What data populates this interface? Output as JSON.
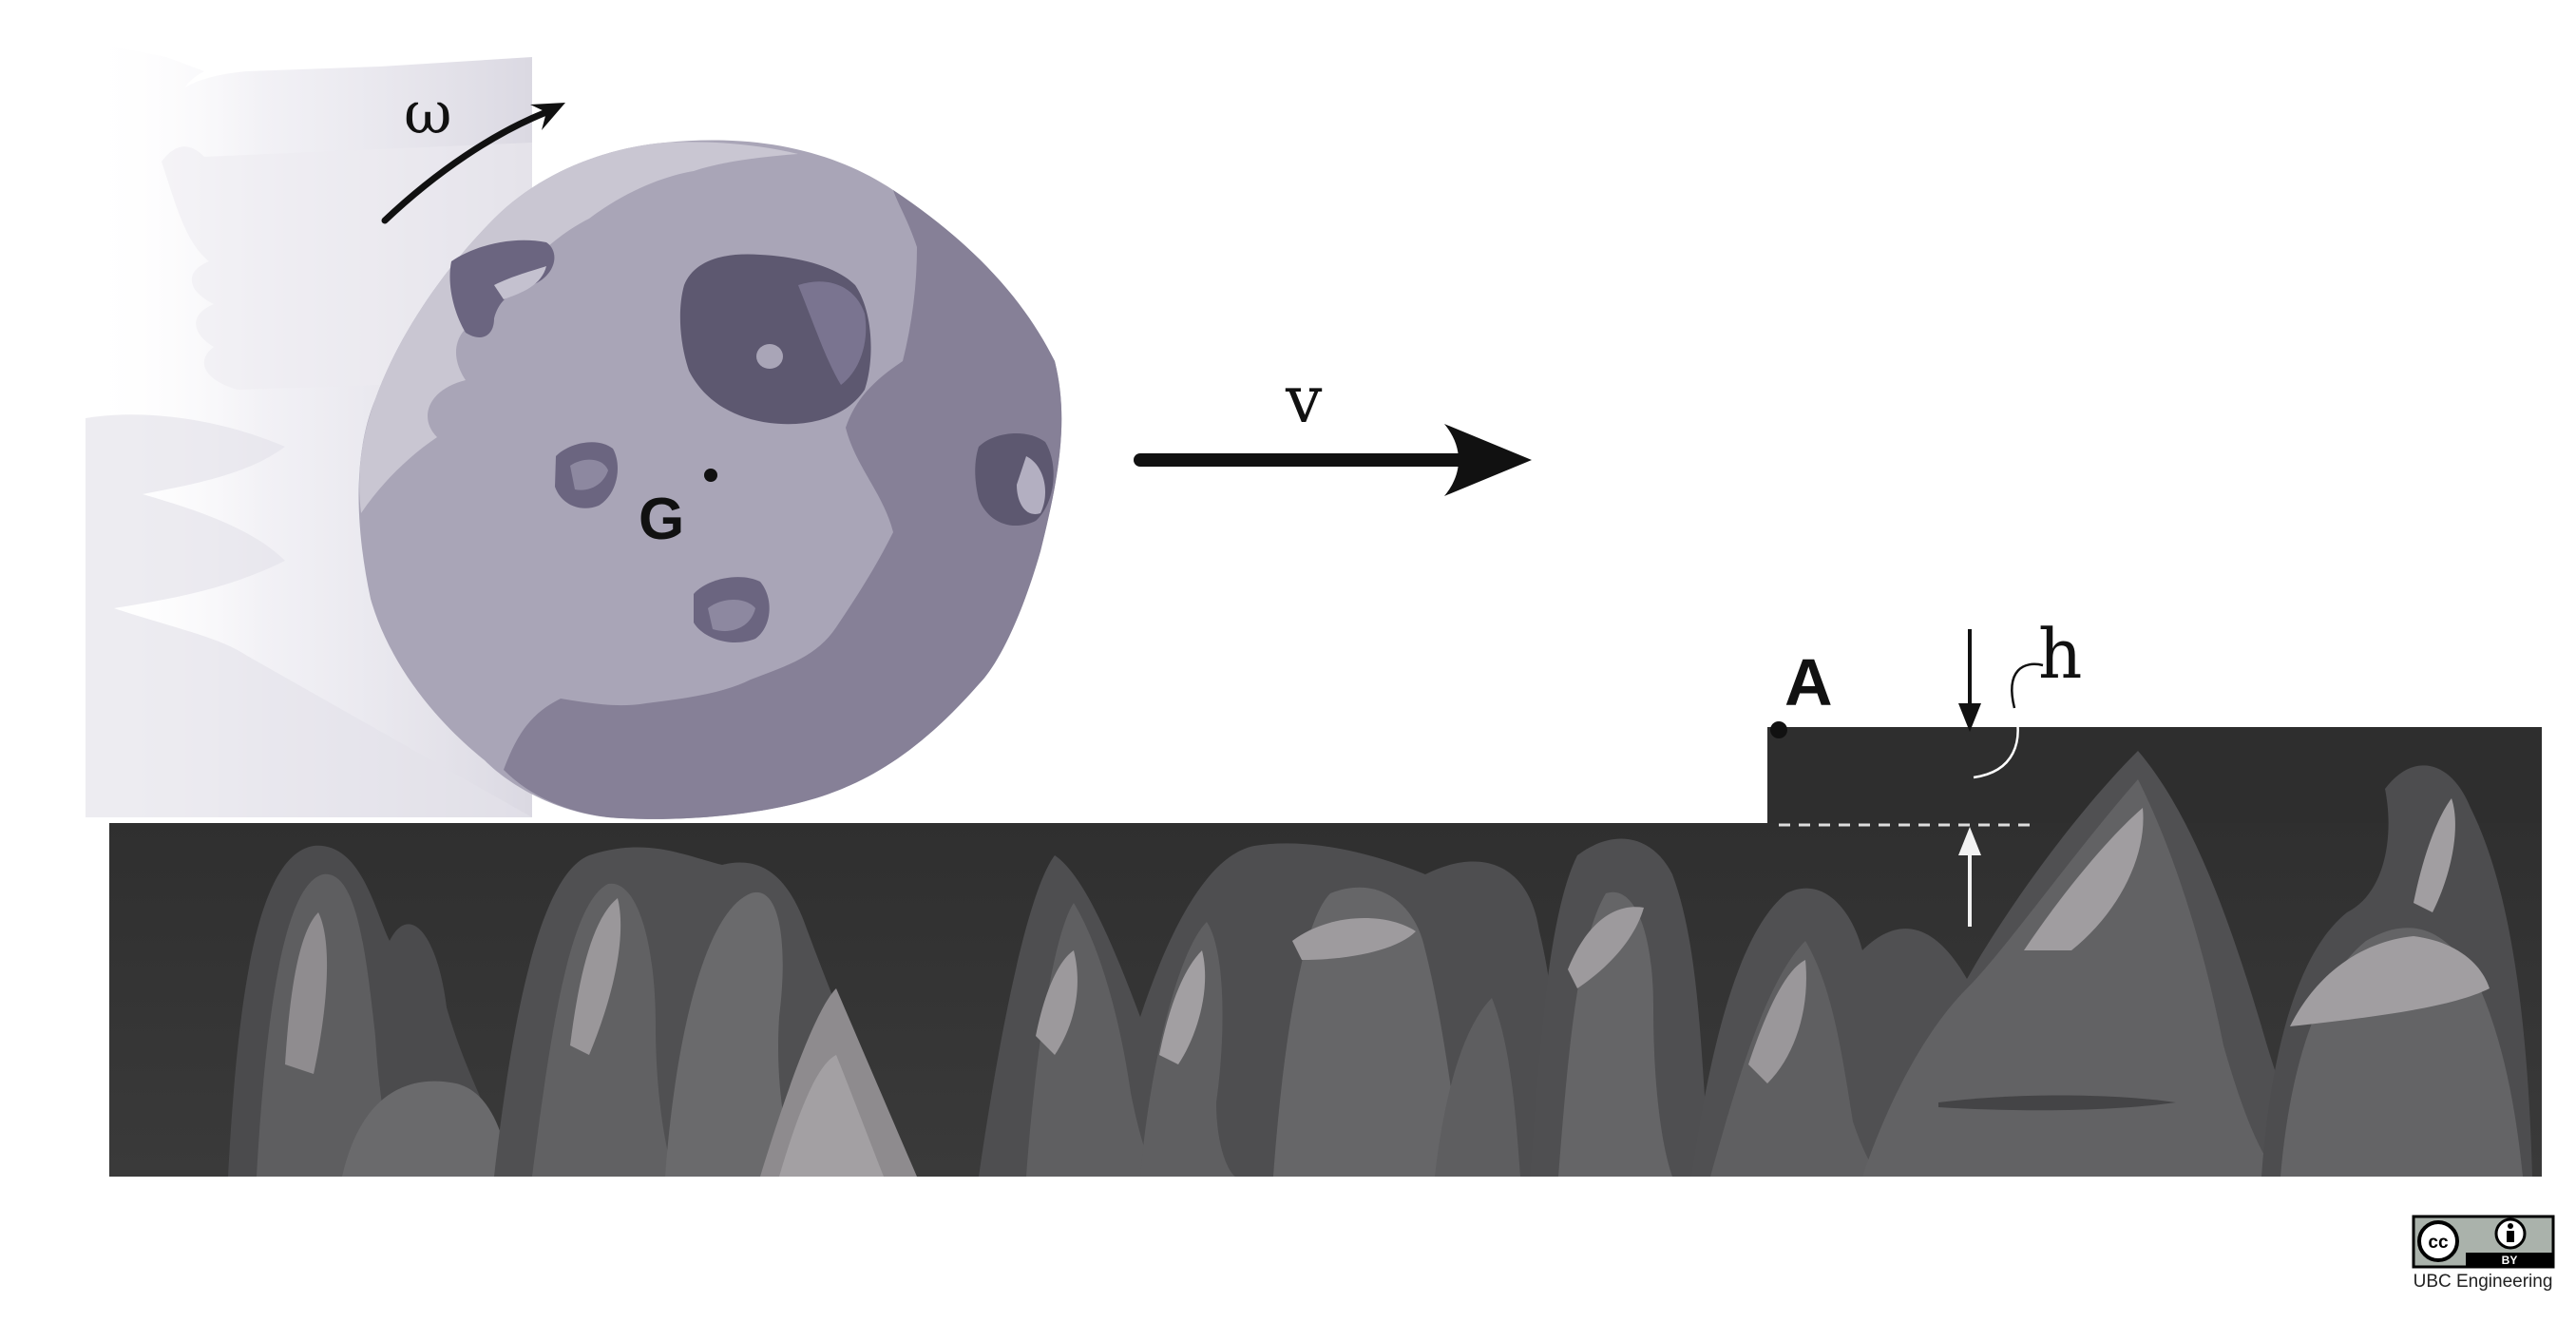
{
  "labels": {
    "omega": "ω",
    "velocity": "v",
    "center_of_mass": "G",
    "corner_point": "A",
    "step_height": "h"
  },
  "license": {
    "cc": "cc",
    "by": "BY",
    "credit": "UBC Engineering"
  },
  "colors": {
    "ground_dark": "#333333",
    "rock_mid": "#5c5c5e",
    "rock_light": "#9e9b9e",
    "boulder_light": "#aaa6b8",
    "boulder_dark": "#878098",
    "crater": "#5d5870"
  }
}
